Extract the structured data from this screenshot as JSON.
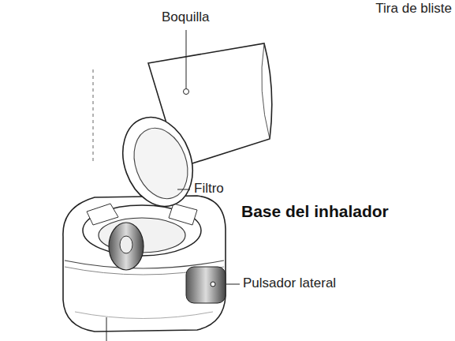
{
  "diagram": {
    "labels": [
      "Boquilla",
      "Tira de bliste",
      "Filtro",
      "Base del inhalador",
      "Pulsador lateral"
    ]
  }
}
